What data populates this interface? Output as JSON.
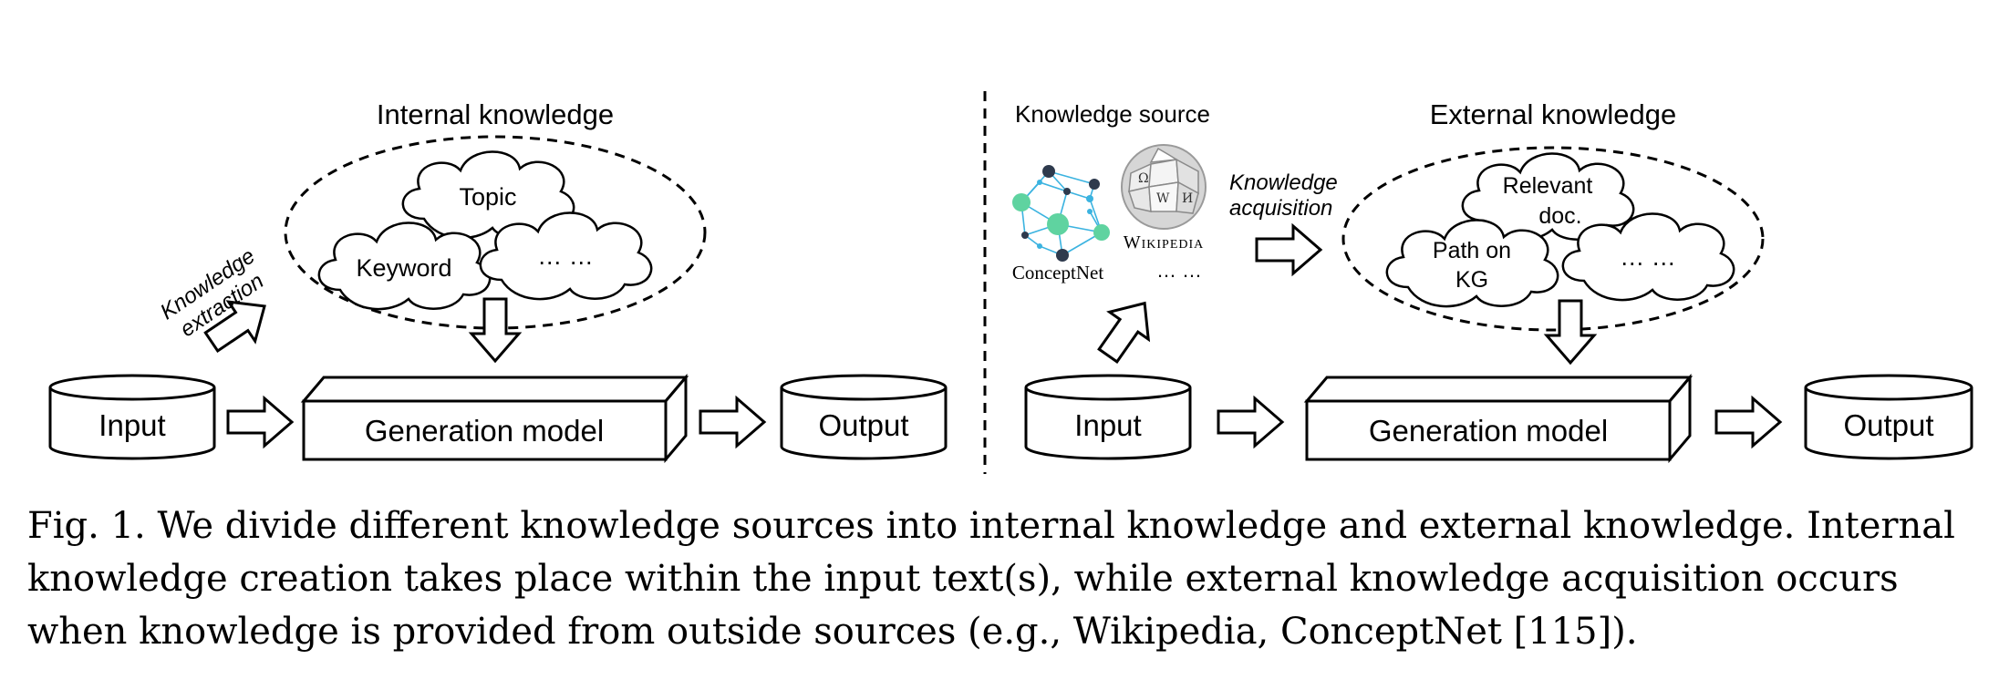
{
  "left_panel": {
    "title": "Internal knowledge",
    "clouds": [
      "Topic",
      "Keyword",
      "… …"
    ],
    "arrow_label_line1": "Knowledge",
    "arrow_label_line2": "extraction",
    "input_label": "Input",
    "model_label": "Generation model",
    "output_label": "Output"
  },
  "right_panel": {
    "source_title": "Knowledge source",
    "wikipedia_logo_text": "Wikipedia",
    "conceptnet_label": "ConceptNet",
    "sources_more": "… …",
    "acquisition_label_line1": "Knowledge",
    "acquisition_label_line2": "acquisition",
    "title": "External knowledge",
    "cloud_relevant_line1": "Relevant",
    "cloud_relevant_line2": "doc.",
    "cloud_path_line1": "Path on",
    "cloud_path_line2": "KG",
    "cloud_more": "… …",
    "input_label": "Input",
    "model_label": "Generation model",
    "output_label": "Output"
  },
  "caption": "Fig. 1. We divide different knowledge sources into internal knowledge and external knowledge. Internal knowledge creation takes place within the input text(s), while external knowledge acquisition occurs when knowledge is provided from outside sources (e.g., Wikipedia, ConceptNet [115]).",
  "colors": {
    "stroke": "#000000",
    "graph_node_green": "#5fd3a0",
    "graph_node_dark": "#2e3a4d",
    "graph_edge": "#3bb3e0",
    "globe": "#bdbdbd"
  }
}
